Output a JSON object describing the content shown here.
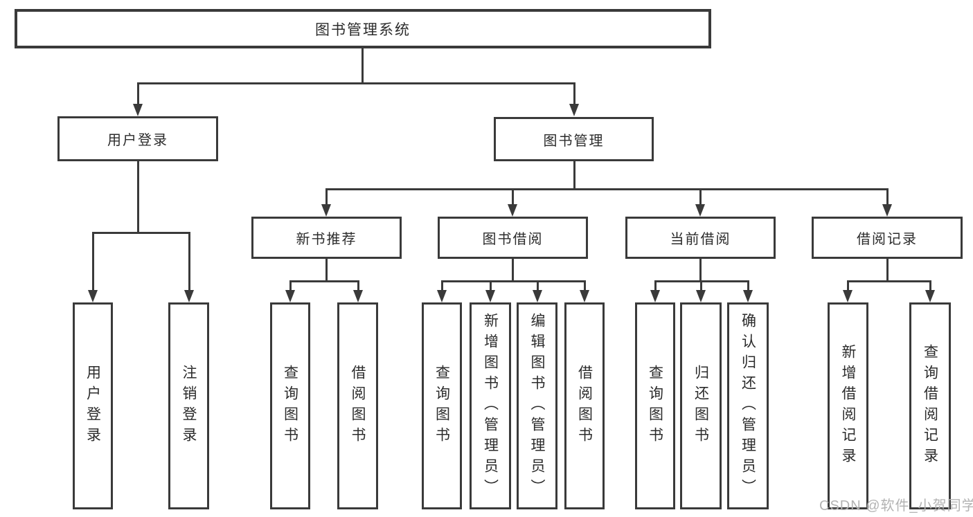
{
  "diagram_title": "图书管理系统",
  "colors": {
    "line": "#3a3a3a",
    "text": "#2b2b2b",
    "background": "#ffffff",
    "watermark": "#b3b3b3"
  },
  "tree": {
    "root": {
      "label": "图书管理系统",
      "children": [
        {
          "label": "用户登录",
          "children": [
            {
              "label": "用户登录"
            },
            {
              "label": "注销登录"
            }
          ]
        },
        {
          "label": "图书管理",
          "children": [
            {
              "label": "新书推荐",
              "children": [
                {
                  "label": "查询图书"
                },
                {
                  "label": "借阅图书"
                }
              ]
            },
            {
              "label": "图书借阅",
              "children": [
                {
                  "label": "查询图书"
                },
                {
                  "label": "新增图书（管理员）"
                },
                {
                  "label": "编辑图书（管理员）"
                },
                {
                  "label": "借阅图书"
                }
              ]
            },
            {
              "label": "当前借阅",
              "children": [
                {
                  "label": "查询图书"
                },
                {
                  "label": "归还图书"
                },
                {
                  "label": "确认归还（管理员）"
                }
              ]
            },
            {
              "label": "借阅记录",
              "children": [
                {
                  "label": "新增借阅记录"
                },
                {
                  "label": "查询借阅记录"
                }
              ]
            }
          ]
        }
      ]
    }
  },
  "watermark": {
    "text": "CSDN @软件_小贺同学"
  }
}
